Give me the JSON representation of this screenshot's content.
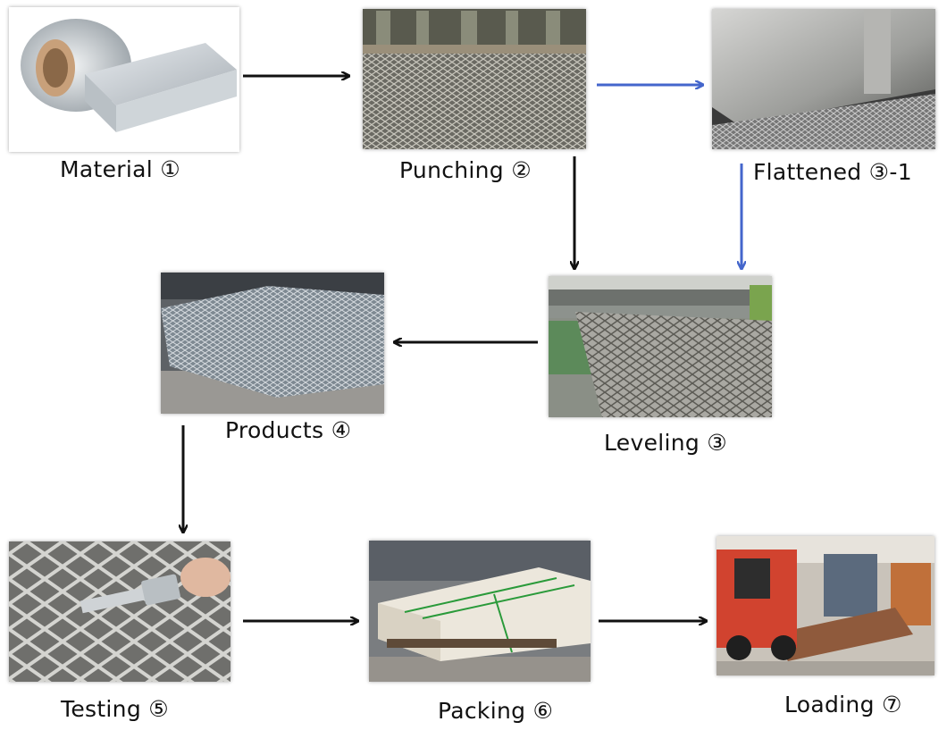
{
  "steps": [
    {
      "id": "material",
      "label": "Material ①"
    },
    {
      "id": "punching",
      "label": "Punching ②"
    },
    {
      "id": "flattened",
      "label": "Flattened ③-1"
    },
    {
      "id": "leveling",
      "label": "Leveling ③"
    },
    {
      "id": "products",
      "label": "Products ④"
    },
    {
      "id": "testing",
      "label": "Testing ⑤"
    },
    {
      "id": "packing",
      "label": "Packing ⑥"
    },
    {
      "id": "loading",
      "label": "Loading ⑦"
    }
  ],
  "colors": {
    "main_arrow": "#111111",
    "alt_arrow": "#4466cc"
  }
}
